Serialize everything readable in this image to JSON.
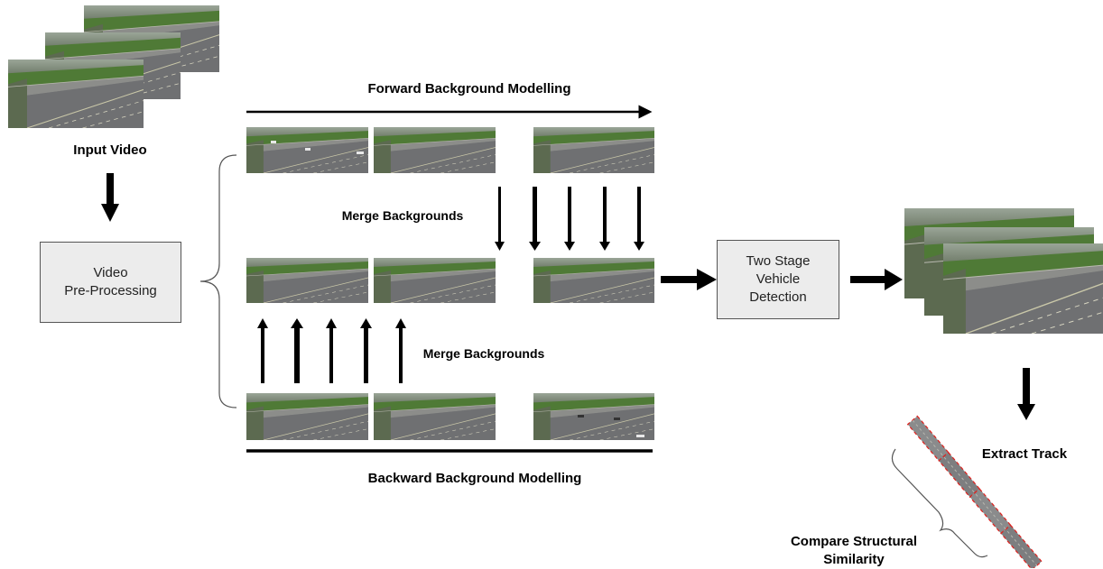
{
  "labels": {
    "input_video": "Input Video",
    "forward": "Forward Background Modelling",
    "backward": "Backward Background Modelling",
    "merge_top": "Merge Backgrounds",
    "merge_bottom": "Merge Backgrounds",
    "extract_track": "Extract Track",
    "compare_line1": "Compare Structural",
    "compare_line2": "Similarity"
  },
  "boxes": {
    "preprocessing_line1": "Video",
    "preprocessing_line2": "Pre-Processing",
    "detection_line1": "Two Stage",
    "detection_line2": "Vehicle",
    "detection_line3": "Detection"
  },
  "colors": {
    "box_fill": "#ececec",
    "track_dash": "#e0201c",
    "road": "#6f7072",
    "grass": "#4f7a36"
  }
}
